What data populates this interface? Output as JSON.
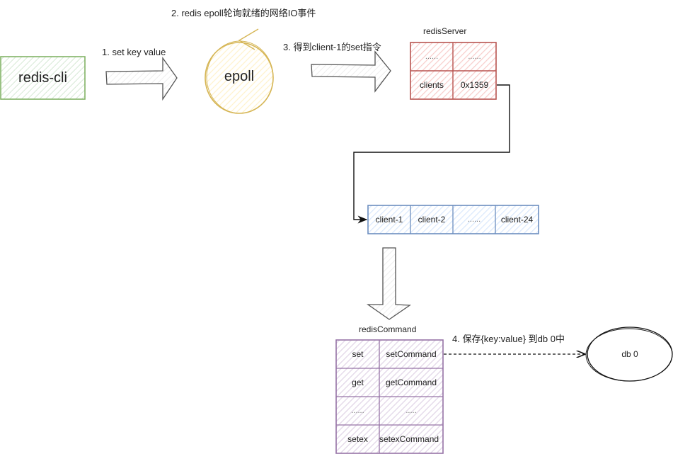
{
  "nodes": {
    "redis_cli": {
      "label": "redis-cli",
      "stroke": "#82b366",
      "fill": "#d5e8d4"
    },
    "epoll": {
      "label": "epoll",
      "stroke": "#d6b656",
      "fill": "#fff2cc"
    },
    "redis_server": {
      "title": "redisServer",
      "stroke": "#b85450",
      "fill": "#f8cecc",
      "cells": [
        [
          "......",
          "......"
        ],
        [
          "clients",
          "0x1359"
        ]
      ]
    },
    "clients_array": {
      "stroke": "#6c8ebf",
      "fill": "#dae8fc",
      "cells": [
        "client-1",
        "client-2",
        "......",
        "client-24"
      ]
    },
    "redis_command": {
      "title": "redisCommand",
      "stroke": "#9673a6",
      "fill": "#e1d5e7",
      "rows": [
        [
          "set",
          "setCommand"
        ],
        [
          "get",
          "getCommand"
        ],
        [
          "......",
          "....."
        ],
        [
          "setex",
          "setexCommand"
        ]
      ]
    },
    "db0": {
      "label": "db 0"
    }
  },
  "edges": {
    "step1": "1. set key value",
    "step2": "2. redis epoll轮询就绪的网络IO事件",
    "step3": "3. 得到client-1的set指令",
    "step4": "4. 保存{key:value} 到db 0中"
  }
}
